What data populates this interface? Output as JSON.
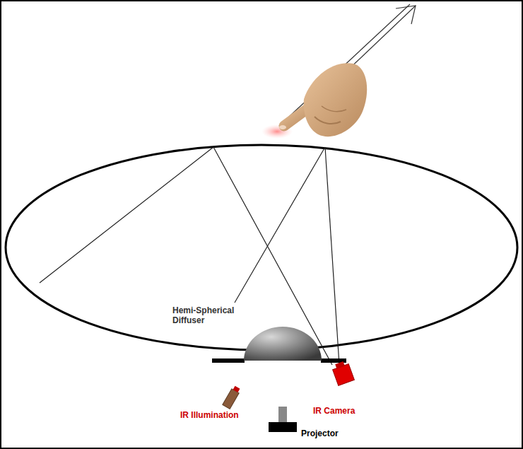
{
  "diagram": {
    "labels": [
      "Hemi-Spherical Diffuser",
      "IR Illumination",
      "IR Camera",
      "Projector"
    ]
  }
}
